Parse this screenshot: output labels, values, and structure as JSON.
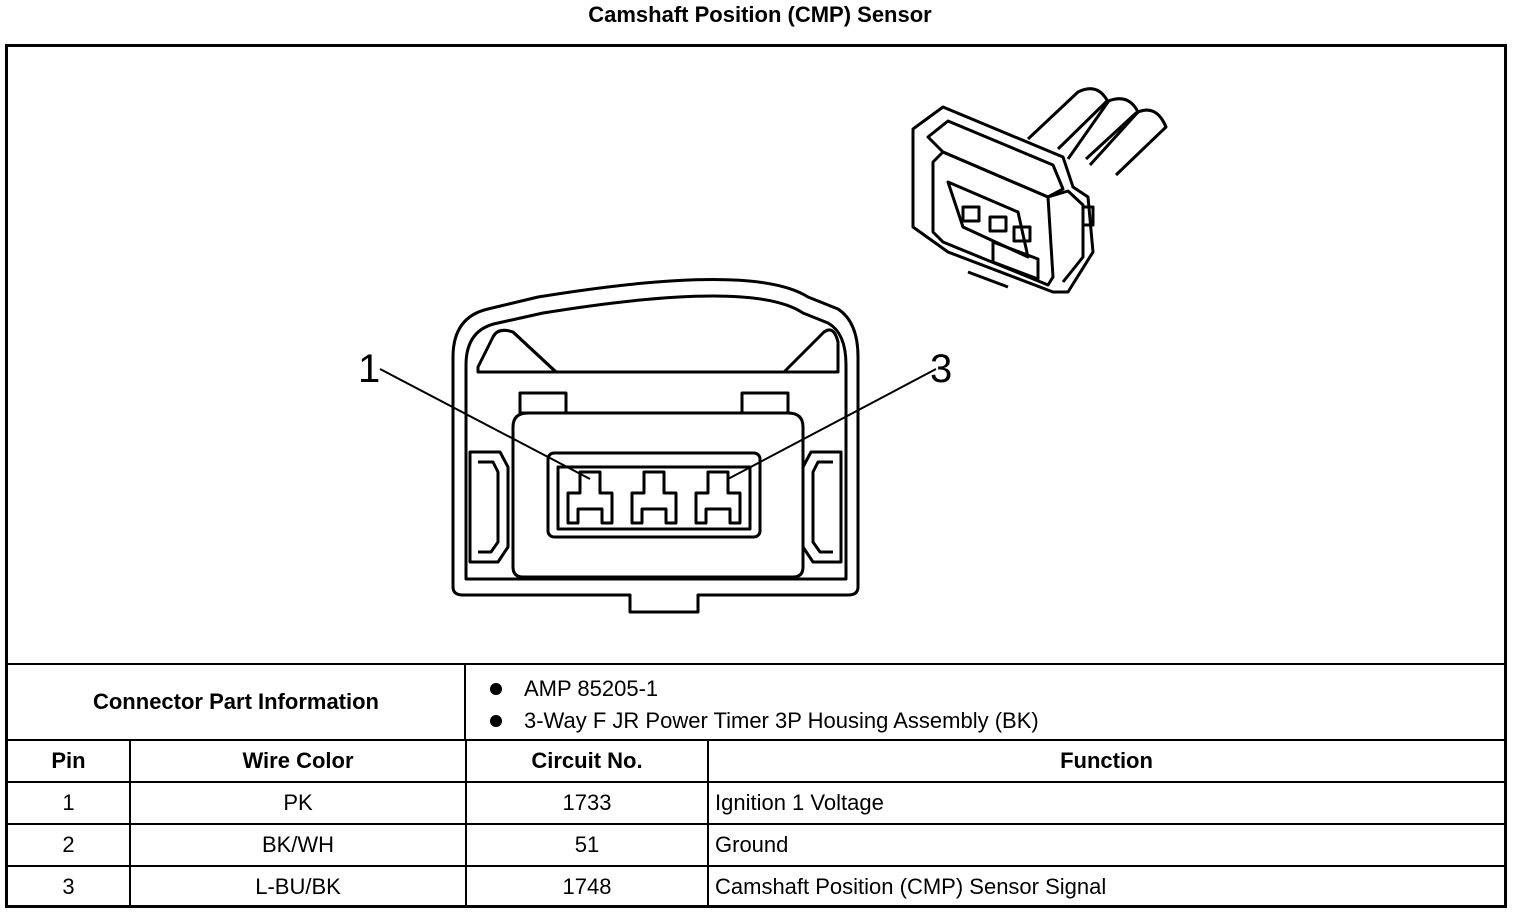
{
  "title": "Camshaft Position (CMP) Sensor",
  "diagram": {
    "pin_labels": [
      "1",
      "3"
    ]
  },
  "connector_info": {
    "label": "Connector Part Information",
    "items": [
      "AMP 85205-1",
      "3-Way F JR Power Timer 3P Housing Assembly (BK)"
    ]
  },
  "table": {
    "headers": [
      "Pin",
      "Wire Color",
      "Circuit No.",
      "Function"
    ],
    "rows": [
      [
        "1",
        "PK",
        "1733",
        "Ignition 1 Voltage"
      ],
      [
        "2",
        "BK/WH",
        "51",
        "Ground"
      ],
      [
        "3",
        "L-BU/BK",
        "1748",
        "Camshaft Position (CMP) Sensor Signal"
      ]
    ]
  }
}
